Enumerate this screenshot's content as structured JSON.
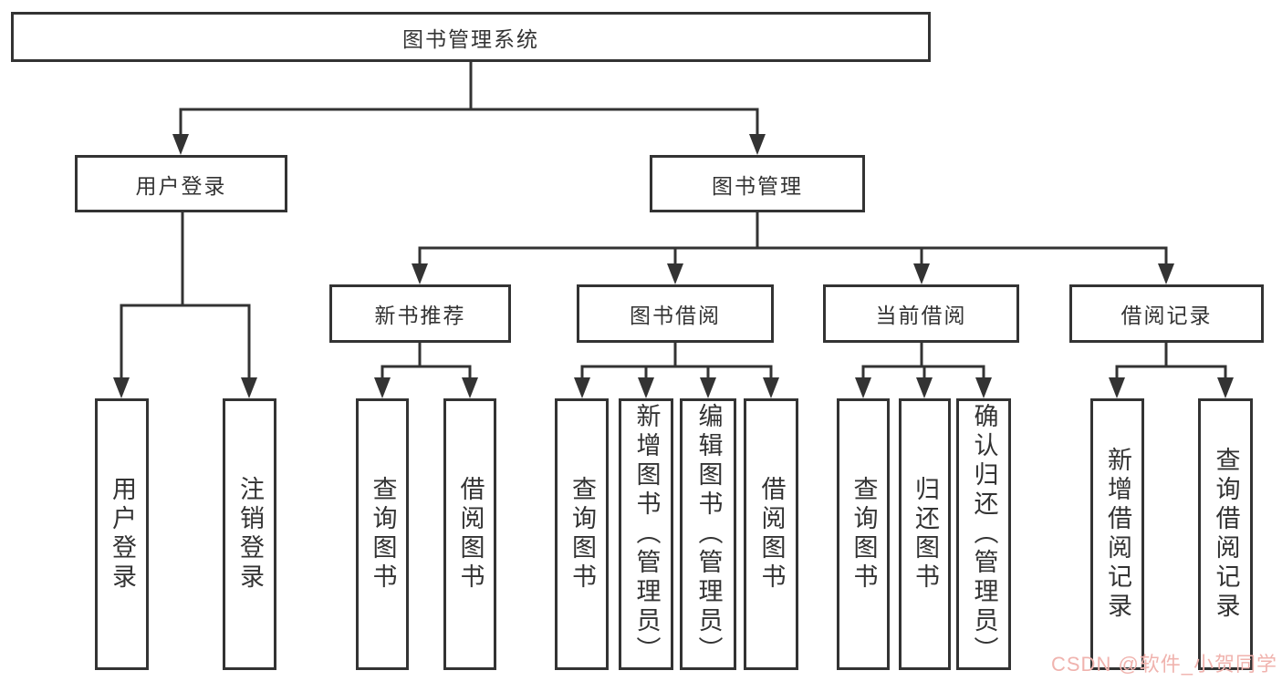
{
  "diagram": {
    "type": "hierarchy-tree",
    "colors": {
      "line": "#333333",
      "box_background": "#ffffff",
      "text": "#333333",
      "watermark": "#f0b3ae"
    },
    "watermark": "CSDN @软件_小贺同学",
    "tree": {
      "label": "图书管理系统",
      "children": [
        {
          "label": "用户登录",
          "children": [
            {
              "label": "用户登录"
            },
            {
              "label": "注销登录"
            }
          ]
        },
        {
          "label": "图书管理",
          "children": [
            {
              "label": "新书推荐",
              "children": [
                {
                  "label": "查询图书"
                },
                {
                  "label": "借阅图书"
                }
              ]
            },
            {
              "label": "图书借阅",
              "children": [
                {
                  "label": "查询图书"
                },
                {
                  "label": "新增图书（管理员）"
                },
                {
                  "label": "编辑图书（管理员）"
                },
                {
                  "label": "借阅图书"
                }
              ]
            },
            {
              "label": "当前借阅",
              "children": [
                {
                  "label": "查询图书"
                },
                {
                  "label": "归还图书"
                },
                {
                  "label": "确认归还（管理员）"
                }
              ]
            },
            {
              "label": "借阅记录",
              "children": [
                {
                  "label": "新增借阅记录"
                },
                {
                  "label": "查询借阅记录"
                }
              ]
            }
          ]
        }
      ]
    }
  }
}
